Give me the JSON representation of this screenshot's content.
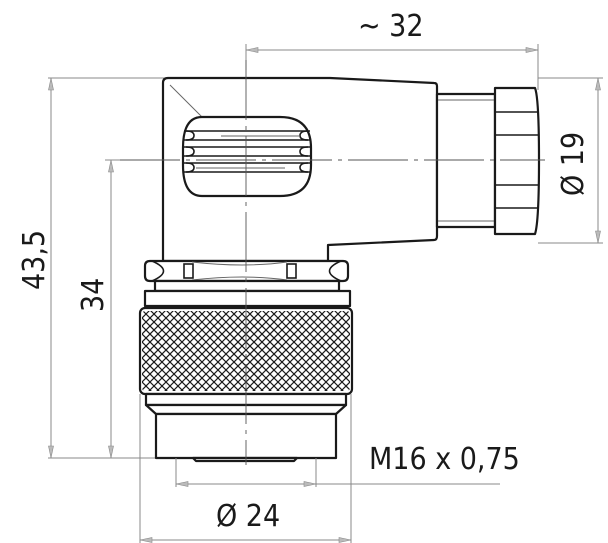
{
  "drawing": {
    "type": "technical-dimension-drawing",
    "subject": "right-angled circular connector with knurled coupling nut",
    "colors": {
      "outline": "#1a1a1a",
      "dimension_line": "#888888",
      "background": "#ffffff"
    }
  },
  "dimensions": {
    "width_top": {
      "label": "~ 32",
      "orientation": "horizontal"
    },
    "cable_nut_diameter": {
      "label": "Ø 19",
      "orientation": "vertical"
    },
    "overall_height": {
      "label": "43,5",
      "orientation": "vertical"
    },
    "center_height": {
      "label": "34",
      "orientation": "vertical"
    },
    "thread": {
      "label": "M16 x 0,75",
      "orientation": "horizontal"
    },
    "coupling_diameter": {
      "label": "Ø 24",
      "orientation": "horizontal"
    }
  }
}
